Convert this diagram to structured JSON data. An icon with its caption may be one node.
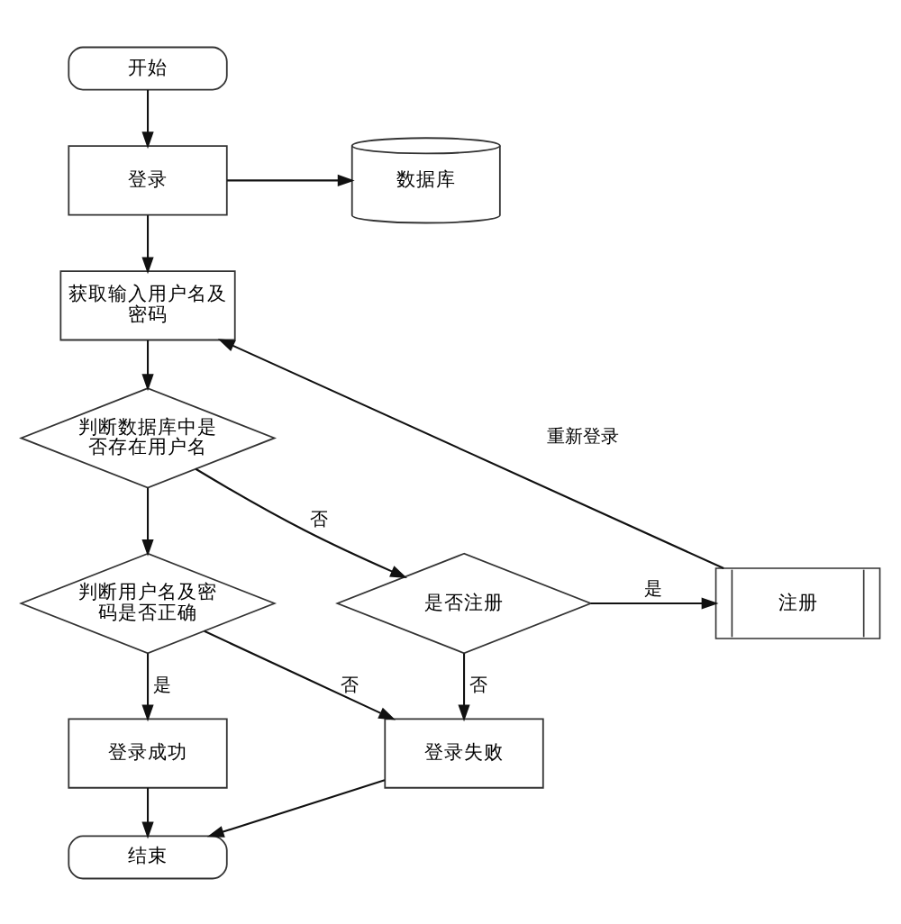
{
  "diagram": {
    "nodes": [
      {
        "text": [
          "开始"
        ]
      },
      {
        "text": [
          "登录"
        ]
      },
      {
        "text": [
          "数据库"
        ]
      },
      {
        "text": [
          "获取输入用户名及密码"
        ]
      },
      {
        "text": [
          "判断数据库中是否存在用户名"
        ]
      },
      {
        "text": [
          "判断用户名及密码是否正确"
        ]
      },
      {
        "text": [
          "是否注册"
        ]
      },
      {
        "text": [
          "注册"
        ]
      },
      {
        "text": [
          "登录成功"
        ]
      },
      {
        "text": [
          "登录失败"
        ]
      },
      {
        "text": [
          "结束"
        ]
      }
    ],
    "edges": [
      {
        "from": 0,
        "to": 1,
        "arrow": "to"
      },
      {
        "from": 1,
        "to": 2,
        "arrow": "to"
      },
      {
        "from": 1,
        "to": 3,
        "arrow": "to"
      },
      {
        "from": 7,
        "to": 3,
        "arrow": "to",
        "label": "重新登录"
      },
      {
        "from": 3,
        "to": 4,
        "arrow": "to"
      },
      {
        "from": 4,
        "to": 5,
        "arrow": "to"
      },
      {
        "from": 4,
        "to": 6,
        "arrow": "to",
        "label": "否"
      },
      {
        "from": 5,
        "to": 8,
        "arrow": "to",
        "label": "是"
      },
      {
        "from": 5,
        "to": 9,
        "arrow": "to",
        "label": "否"
      },
      {
        "from": 6,
        "to": 7,
        "arrow": "to",
        "label": "是"
      },
      {
        "from": 6,
        "to": 9,
        "arrow": "to",
        "label": "否"
      },
      {
        "from": 8,
        "to": 10,
        "arrow": "to"
      },
      {
        "from": 9,
        "to": 10,
        "arrow": "to"
      }
    ]
  }
}
